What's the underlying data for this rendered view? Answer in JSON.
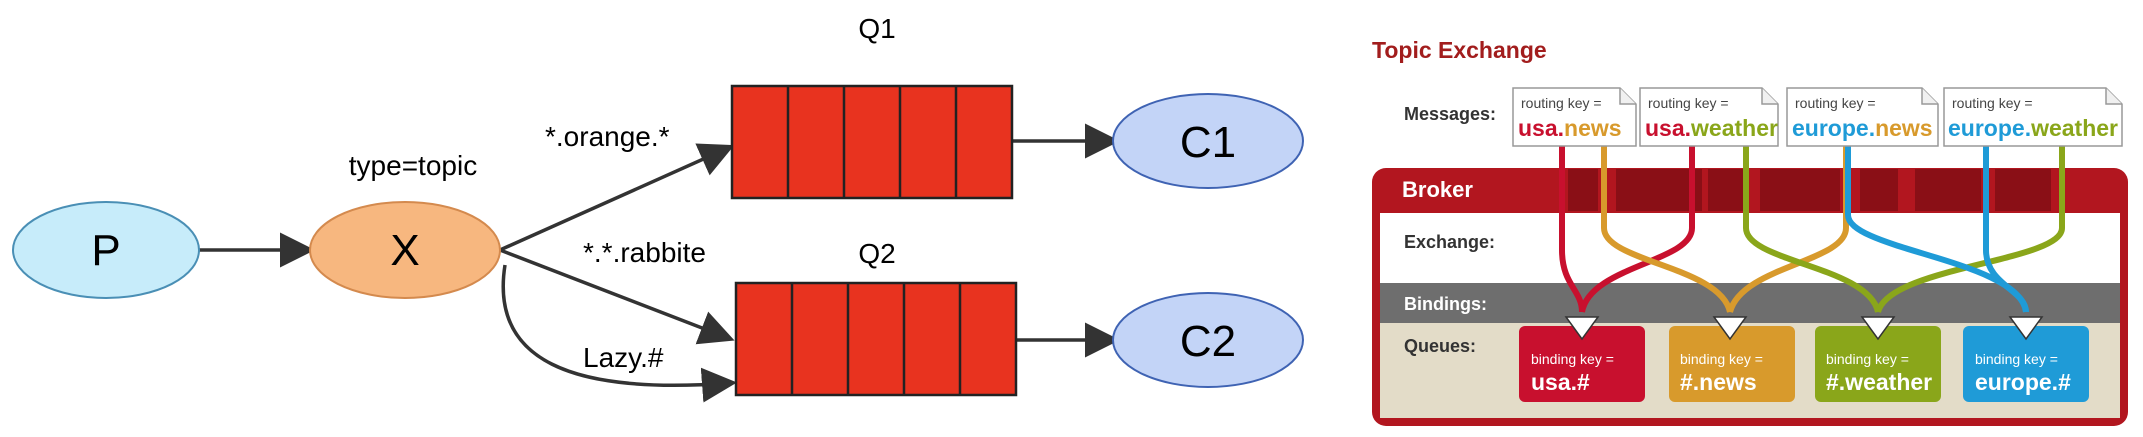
{
  "left": {
    "producer": "P",
    "exchange": "X",
    "exchange_type": "type=topic",
    "queues": [
      {
        "name": "Q1",
        "consumer": "C1"
      },
      {
        "name": "Q2",
        "consumer": "C2"
      }
    ],
    "bindings": [
      "*.orange.*",
      "*.*.rabbite",
      "Lazy.#"
    ]
  },
  "right": {
    "title": "Topic Exchange",
    "labels": {
      "messages": "Messages:",
      "broker": "Broker",
      "exchange": "Exchange:",
      "bindings": "Bindings:",
      "queues": "Queues:"
    },
    "routing_prefix": "routing key =",
    "messages": [
      {
        "part1": "usa",
        "sep": ".",
        "part2": "news"
      },
      {
        "part1": "usa",
        "sep": ".",
        "part2": "weather"
      },
      {
        "part1": "europe",
        "sep": ".",
        "part2": "news"
      },
      {
        "part1": "europe",
        "sep": ".",
        "part2": "weather"
      }
    ],
    "binding_prefix": "binding key =",
    "binding_keys": [
      "usa.#",
      "#.news",
      "#.weather",
      "europe.#"
    ],
    "colors": {
      "usa": "#c8102e",
      "europe": "#1f9bd7",
      "news": "#d89a2c",
      "weather": "#8aa61a",
      "broker": "#b2161f",
      "bindings_band": "#6e6e6e",
      "queues_band": "#e3dcc8"
    }
  }
}
